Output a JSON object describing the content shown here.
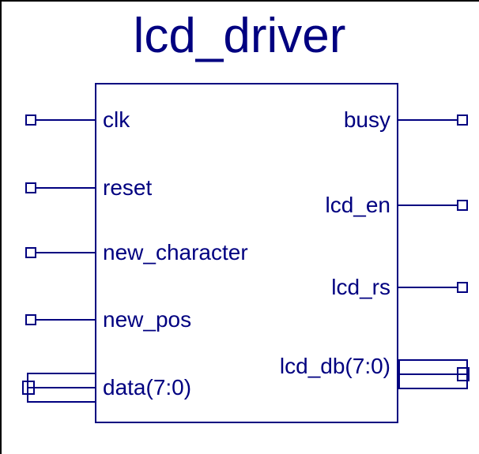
{
  "diagram": {
    "title": "lcd_driver",
    "title_color": "#000080",
    "line_color": "#000080",
    "frame_color": "#000000",
    "background": "#ffffff",
    "type": "hdl-block-symbol"
  },
  "ports": {
    "inputs": [
      {
        "name": "clk",
        "label": "clk",
        "kind": "single",
        "side": "left"
      },
      {
        "name": "reset",
        "label": "reset",
        "kind": "single",
        "side": "left"
      },
      {
        "name": "new_character",
        "label": "new_character",
        "kind": "single",
        "side": "left"
      },
      {
        "name": "new_pos",
        "label": "new_pos",
        "kind": "single",
        "side": "left"
      },
      {
        "name": "data",
        "label": "data(7:0)",
        "kind": "bus",
        "side": "left",
        "width": "7:0"
      }
    ],
    "outputs": [
      {
        "name": "busy",
        "label": "busy",
        "kind": "single",
        "side": "right"
      },
      {
        "name": "lcd_en",
        "label": "lcd_en",
        "kind": "single",
        "side": "right"
      },
      {
        "name": "lcd_rs",
        "label": "lcd_rs",
        "kind": "single",
        "side": "right"
      },
      {
        "name": "lcd_db",
        "label": "lcd_db(7:0)",
        "kind": "bus",
        "side": "right",
        "width": "7:0"
      }
    ]
  }
}
